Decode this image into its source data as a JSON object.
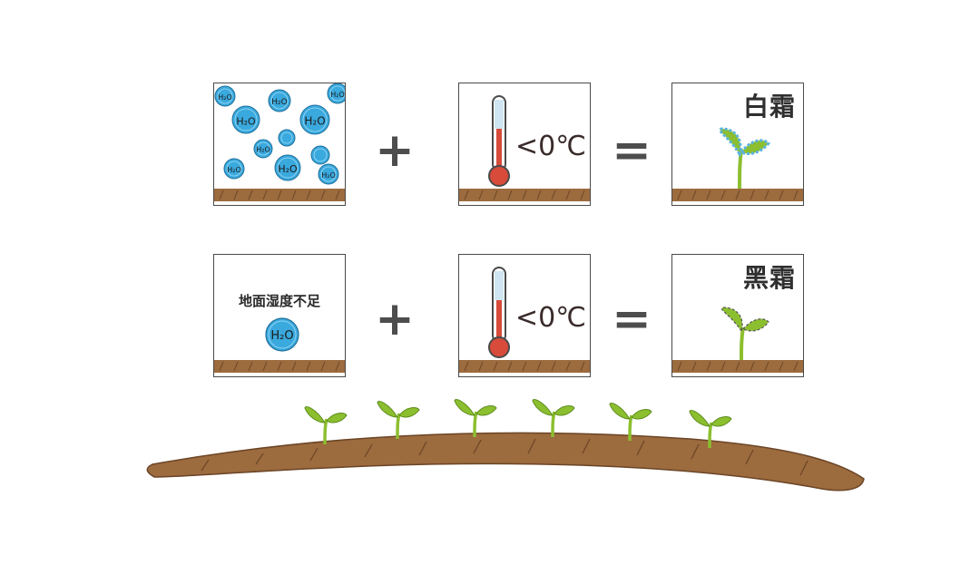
{
  "rows": [
    {
      "condition": {
        "bubble_labels": [
          "H₂O",
          "H₂O",
          "H₂O",
          "H₂O",
          "H₂O",
          "H₂O",
          "H₂O",
          "H₂O",
          "H₂O",
          ""
        ]
      },
      "plus": "+",
      "temperature": "<0℃",
      "equals": "=",
      "result": "白霜"
    },
    {
      "condition": {
        "text": "地面湿度不足",
        "bubble_label": "H₂O"
      },
      "plus": "+",
      "temperature": "<0℃",
      "equals": "=",
      "result": "黑霜"
    }
  ],
  "colors": {
    "bubble": "#3aa9de",
    "soil": "#9c6b3e",
    "leaf": "#8cbf2f",
    "thermometer_bulb": "#d84b3a",
    "frost_outline": "#5bb3e0"
  }
}
